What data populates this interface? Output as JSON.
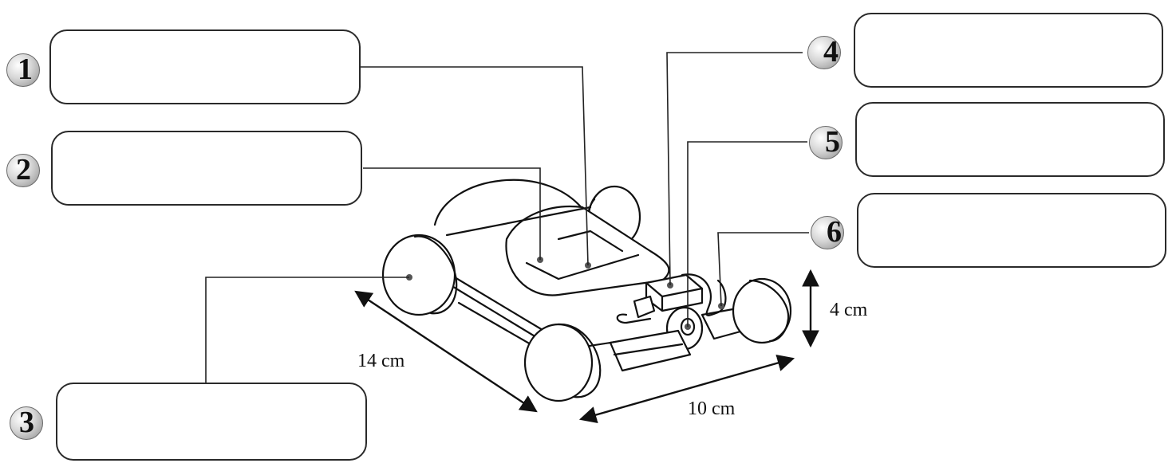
{
  "callouts": [
    {
      "number": "1"
    },
    {
      "number": "2"
    },
    {
      "number": "3"
    },
    {
      "number": "4"
    },
    {
      "number": "5"
    },
    {
      "number": "6"
    }
  ],
  "dimensions": {
    "length": "14 cm",
    "width": "10 cm",
    "height": "4 cm"
  },
  "colors": {
    "line": "#111111",
    "badge": "#b5b5b5"
  }
}
